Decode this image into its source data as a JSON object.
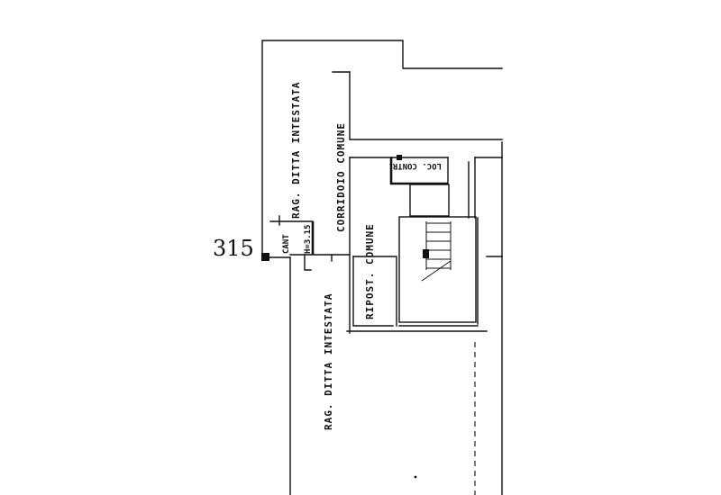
{
  "labels": {
    "rag_ditta_top": "RAG. DITTA INTESTATA",
    "corridoio": "CORRIDOIO COMUNE",
    "loc_contr": "LOC. CONTR.",
    "rag_ditta_bottom": "RAG. DITTA INTESTATA",
    "ripost_comune": "RIPOST. COMUNE",
    "cant": "CANT",
    "cant_height": "H=3.15",
    "margin_number": "315"
  }
}
